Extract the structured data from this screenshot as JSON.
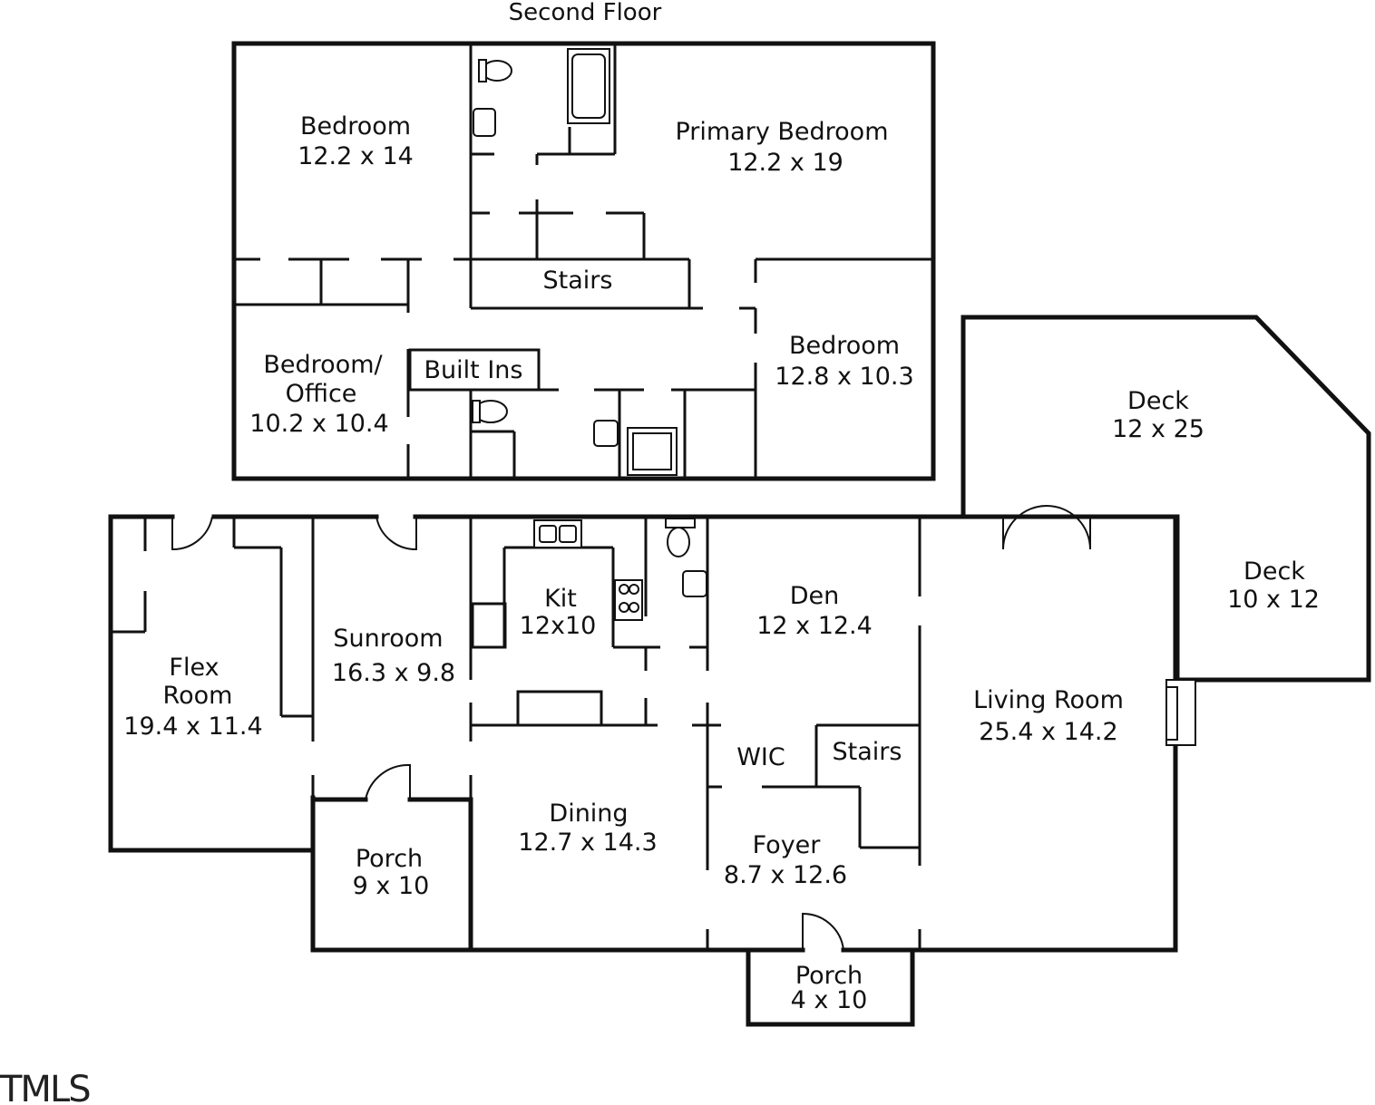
{
  "title": "Second Floor",
  "watermark": "TMLS",
  "rooms": {
    "bedroom_a": {
      "name": "Bedroom",
      "size": "12.2 x 14"
    },
    "primary_bedroom": {
      "name": "Primary Bedroom",
      "size": "12.2 x 19"
    },
    "stairs_up": {
      "name": "Stairs"
    },
    "bedroom_office": {
      "name_line1": "Bedroom/",
      "name_line2": "Office",
      "size": "10.2 x 10.4"
    },
    "built_ins": {
      "name": "Built Ins"
    },
    "bedroom_b": {
      "name": "Bedroom",
      "size": "12.8 x 10.3"
    },
    "deck_a": {
      "name": "Deck",
      "size": "12 x 25"
    },
    "deck_b": {
      "name": "Deck",
      "size": "10 x 12"
    },
    "flex_room": {
      "name_line1": "Flex",
      "name_line2": "Room",
      "size": "19.4 x 11.4"
    },
    "sunroom": {
      "name": "Sunroom",
      "size": "16.3 x 9.8"
    },
    "kitchen": {
      "name": "Kit",
      "size": "12x10"
    },
    "den": {
      "name": "Den",
      "size": "12 x 12.4"
    },
    "living_room": {
      "name": "Living Room",
      "size": "25.4 x 14.2"
    },
    "wic": {
      "name": "WIC"
    },
    "stairs_main": {
      "name": "Stairs"
    },
    "dining": {
      "name": "Dining",
      "size": "12.7 x 14.3"
    },
    "foyer": {
      "name": "Foyer",
      "size": "8.7 x 12.6"
    },
    "porch_a": {
      "name": "Porch",
      "size": "9 x 10"
    },
    "porch_b": {
      "name": "Porch",
      "size": "4 x 10"
    }
  }
}
